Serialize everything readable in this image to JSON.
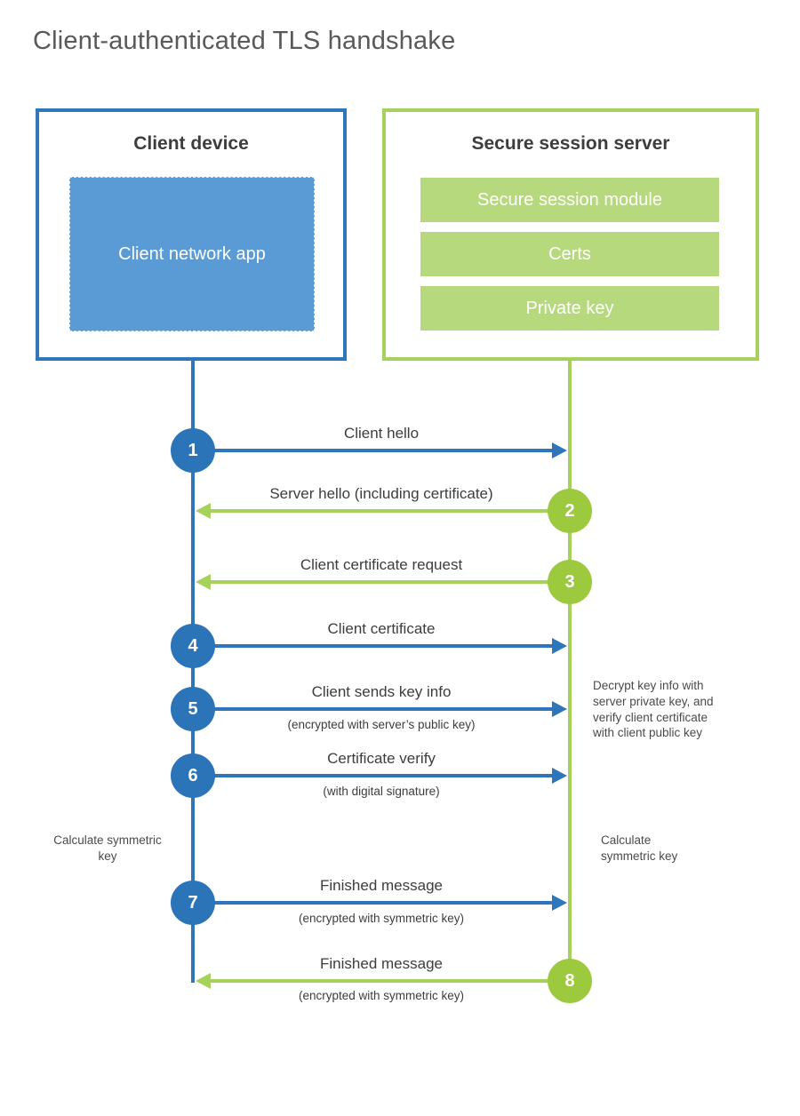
{
  "title": "Client-authenticated TLS handshake",
  "colors": {
    "blue_accent": "#2e76b9",
    "blue_fill": "#5b9bd5",
    "green_accent": "#a6d15c",
    "green_circle": "#9dc93f",
    "green_fill": "#b7d97e",
    "heading_text": "#3d3d3d",
    "title_text": "#595959"
  },
  "client": {
    "heading": "Client device",
    "app_label": "Client network app"
  },
  "server": {
    "heading": "Secure session server",
    "modules": [
      "Secure session module",
      "Certs",
      "Private key"
    ]
  },
  "steps": [
    {
      "num": "1",
      "from": "client",
      "to": "server",
      "label": "Client hello",
      "sublabel": ""
    },
    {
      "num": "2",
      "from": "server",
      "to": "client",
      "label": "Server hello (including certificate)",
      "sublabel": ""
    },
    {
      "num": "3",
      "from": "server",
      "to": "client",
      "label": "Client certificate request",
      "sublabel": ""
    },
    {
      "num": "4",
      "from": "client",
      "to": "server",
      "label": "Client certificate",
      "sublabel": ""
    },
    {
      "num": "5",
      "from": "client",
      "to": "server",
      "label": "Client sends key info",
      "sublabel": "(encrypted with server’s public key)"
    },
    {
      "num": "6",
      "from": "client",
      "to": "server",
      "label": "Certificate verify",
      "sublabel": "(with digital signature)"
    },
    {
      "num": "7",
      "from": "client",
      "to": "server",
      "label": "Finished message",
      "sublabel": "(encrypted with symmetric key)"
    },
    {
      "num": "8",
      "from": "server",
      "to": "client",
      "label": "Finished message",
      "sublabel": "(encrypted with symmetric key)"
    }
  ],
  "annotations": {
    "decrypt_note_lines": [
      "Decrypt key info with",
      "server private key, and",
      "verify client certificate",
      "with client public key"
    ],
    "calculate_left": "Calculate symmetric key",
    "calculate_right": "Calculate symmetric key"
  }
}
